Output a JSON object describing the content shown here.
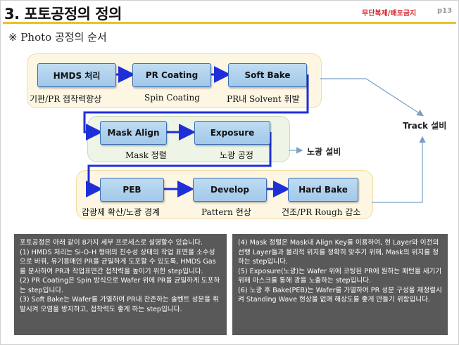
{
  "header": {
    "title": "3. 포토공정의 정의",
    "notice": "무단복제/배포금지",
    "page_number": "p13"
  },
  "subtitle": "※ Photo 공정의 순서",
  "flow": {
    "steps": [
      {
        "label": "HMDS 처리",
        "caption": "기판/PR 접착력향상"
      },
      {
        "label": "PR Coating",
        "caption": "Spin Coating"
      },
      {
        "label": "Soft Bake",
        "caption": "PR내 Solvent 휘발"
      },
      {
        "label": "Mask Align",
        "caption": "Mask 정렬"
      },
      {
        "label": "Exposure",
        "caption": "노광 공정"
      },
      {
        "label": "PEB",
        "caption": "감광제 확산/노광 경계"
      },
      {
        "label": "Develop",
        "caption": "Pattern 현상"
      },
      {
        "label": "Hard Bake",
        "caption": "건조/PR Rough 감소"
      }
    ],
    "group_labels": {
      "track": "Track 설비",
      "exposure_equipment": "노광 설비"
    },
    "colors": {
      "box_fill": "#a9cdee",
      "box_border": "#3a6fb2",
      "arrow": "#1f2fd8",
      "panel_yellow": "#fdf6e3",
      "panel_green": "#eef4e6"
    }
  },
  "description": {
    "left": [
      "포토공정은 아래 같이 8가지 세부 프로세스로 설명할수 있습니다.",
      "(1) HMDS 처리는 Si-O-H 형태의 친수성 상태의 작업 표면을 소수성으로 바꿔, 유기용매인 PR을 균일하게 도포할 수 있도록, HMDS Gas를 분사하여 PR과 작업표면간 접착력을 높이기 위한 step입니다.",
      "(2) PR Coating은 Spin 방식으로 Wafer 위에 PR을 균일하게 도포하는 step입니다.",
      "(3) Soft Bake는 Wafer를 가열하여 PR내 잔존하는 솔벤트 성분을 휘발시켜 오염을 방지하고, 접착력도 좋게 하는 step입니다."
    ],
    "right": [
      "(4) Mask 정렬은 Mask내 Align Key를 이용하여, 현 Layer와 이전의 선행 Layer들과 물리적 위치를 정확히 맞추기 위해, Mask의 위치를 정하는 step입니다.",
      "(5) Exposure(노광)는 Wafer 위에 코팅된 PR에 원하는 패턴을 새기기 위해 마스크를 통해 광을 노출하는 step입니다.",
      "(6) 노광 후 Bake(PEB)는 Wafer를 가열하여 PR 성분 구성을 재정렬시켜 Standing Wave 현상을 없애 해상도를 좋게 만들기 위함입니다."
    ]
  }
}
